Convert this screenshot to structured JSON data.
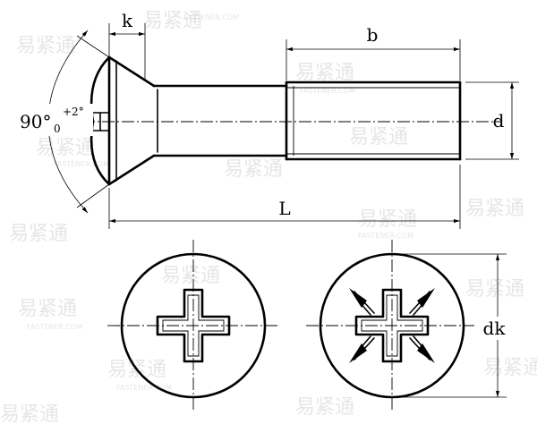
{
  "dimensions": {
    "k": "k",
    "b": "b",
    "d": "d",
    "L": "L",
    "dk": "dk",
    "angle": {
      "base": "90°",
      "upper": "+2°",
      "lower": "0"
    }
  },
  "watermark": {
    "text": "易紧通",
    "sub": "FASTENER.COM"
  },
  "colors": {
    "ink": "#000000",
    "watermark": "#c9c9c9",
    "background": "#ffffff"
  },
  "icons": [
    "phillips-recess-icon",
    "pozidriv-recess-icon"
  ]
}
